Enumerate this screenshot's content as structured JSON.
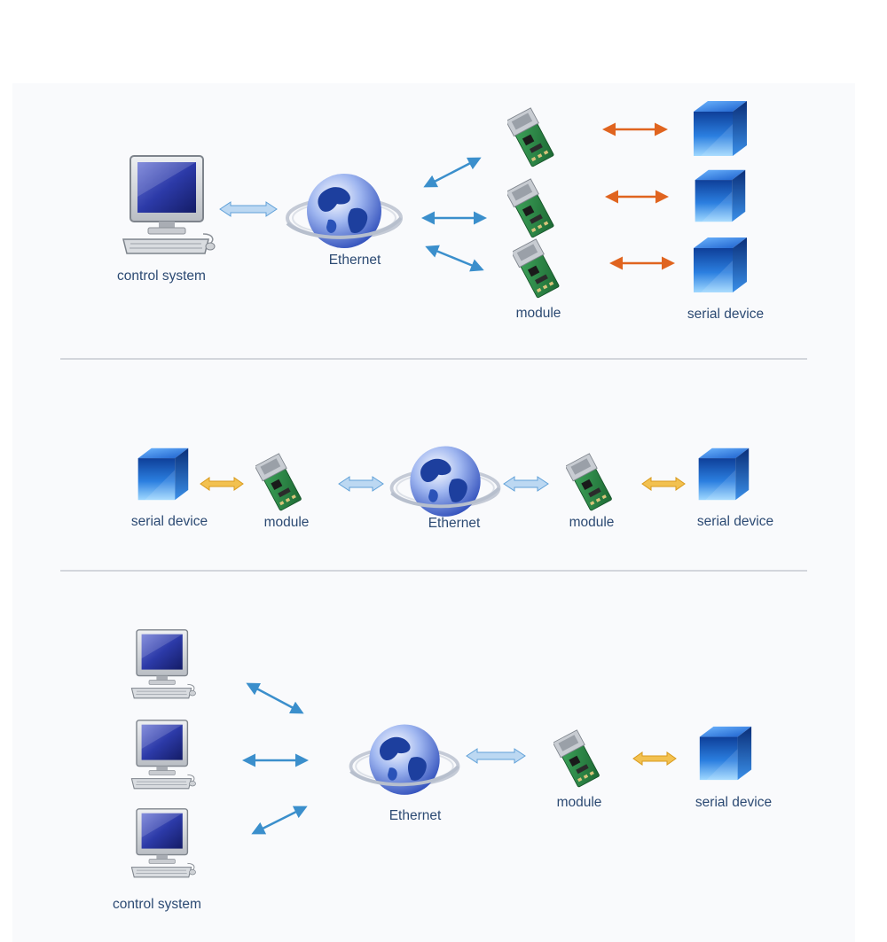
{
  "labels": {
    "control_system": "control system",
    "ethernet": "Ethernet",
    "module": "module",
    "serial_device": "serial device"
  },
  "icons": {
    "computer": "computer-icon",
    "globe": "globe-icon",
    "module": "module-icon",
    "serial_device": "cube-icon"
  },
  "colors": {
    "network_arrow": "#3b8fcc",
    "serial_arrow_scenario1": "#e0641f",
    "serial_arrow_scenario2": "#e9a92a",
    "label_text": "#2c4a73",
    "divider": "#d3d6dc"
  }
}
